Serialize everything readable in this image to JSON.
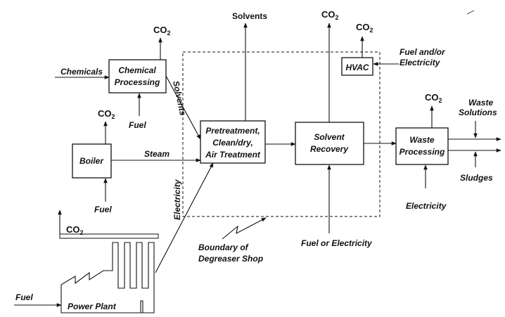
{
  "processes": {
    "chemical": [
      "Chemical",
      "Processing"
    ],
    "boiler": "Boiler",
    "pretreatment": [
      "Pretreatment,",
      "Clean/dry,",
      "Air Treatment"
    ],
    "solvent_recovery": [
      "Solvent",
      "Recovery"
    ],
    "waste": [
      "Waste",
      "Processing"
    ],
    "hvac": "HVAC",
    "power_plant": "Power Plant"
  },
  "flows": {
    "chemicals": "Chemicals",
    "fuel": "Fuel",
    "steam": "Steam",
    "solvents_diag": "Solvents",
    "solvents_out": "Solvents",
    "electricity": "Electricity",
    "fuel_or_electricity": "Fuel or Electricity",
    "fuel_and_or_electricity": [
      "Fuel and/or",
      "Electricity"
    ],
    "waste_solutions": [
      "Waste",
      "Solutions"
    ],
    "sludges": "Sludges",
    "co2_base": "CO",
    "co2_sub": "2"
  },
  "boundary_label": [
    "Boundary of",
    "Degreaser Shop"
  ]
}
